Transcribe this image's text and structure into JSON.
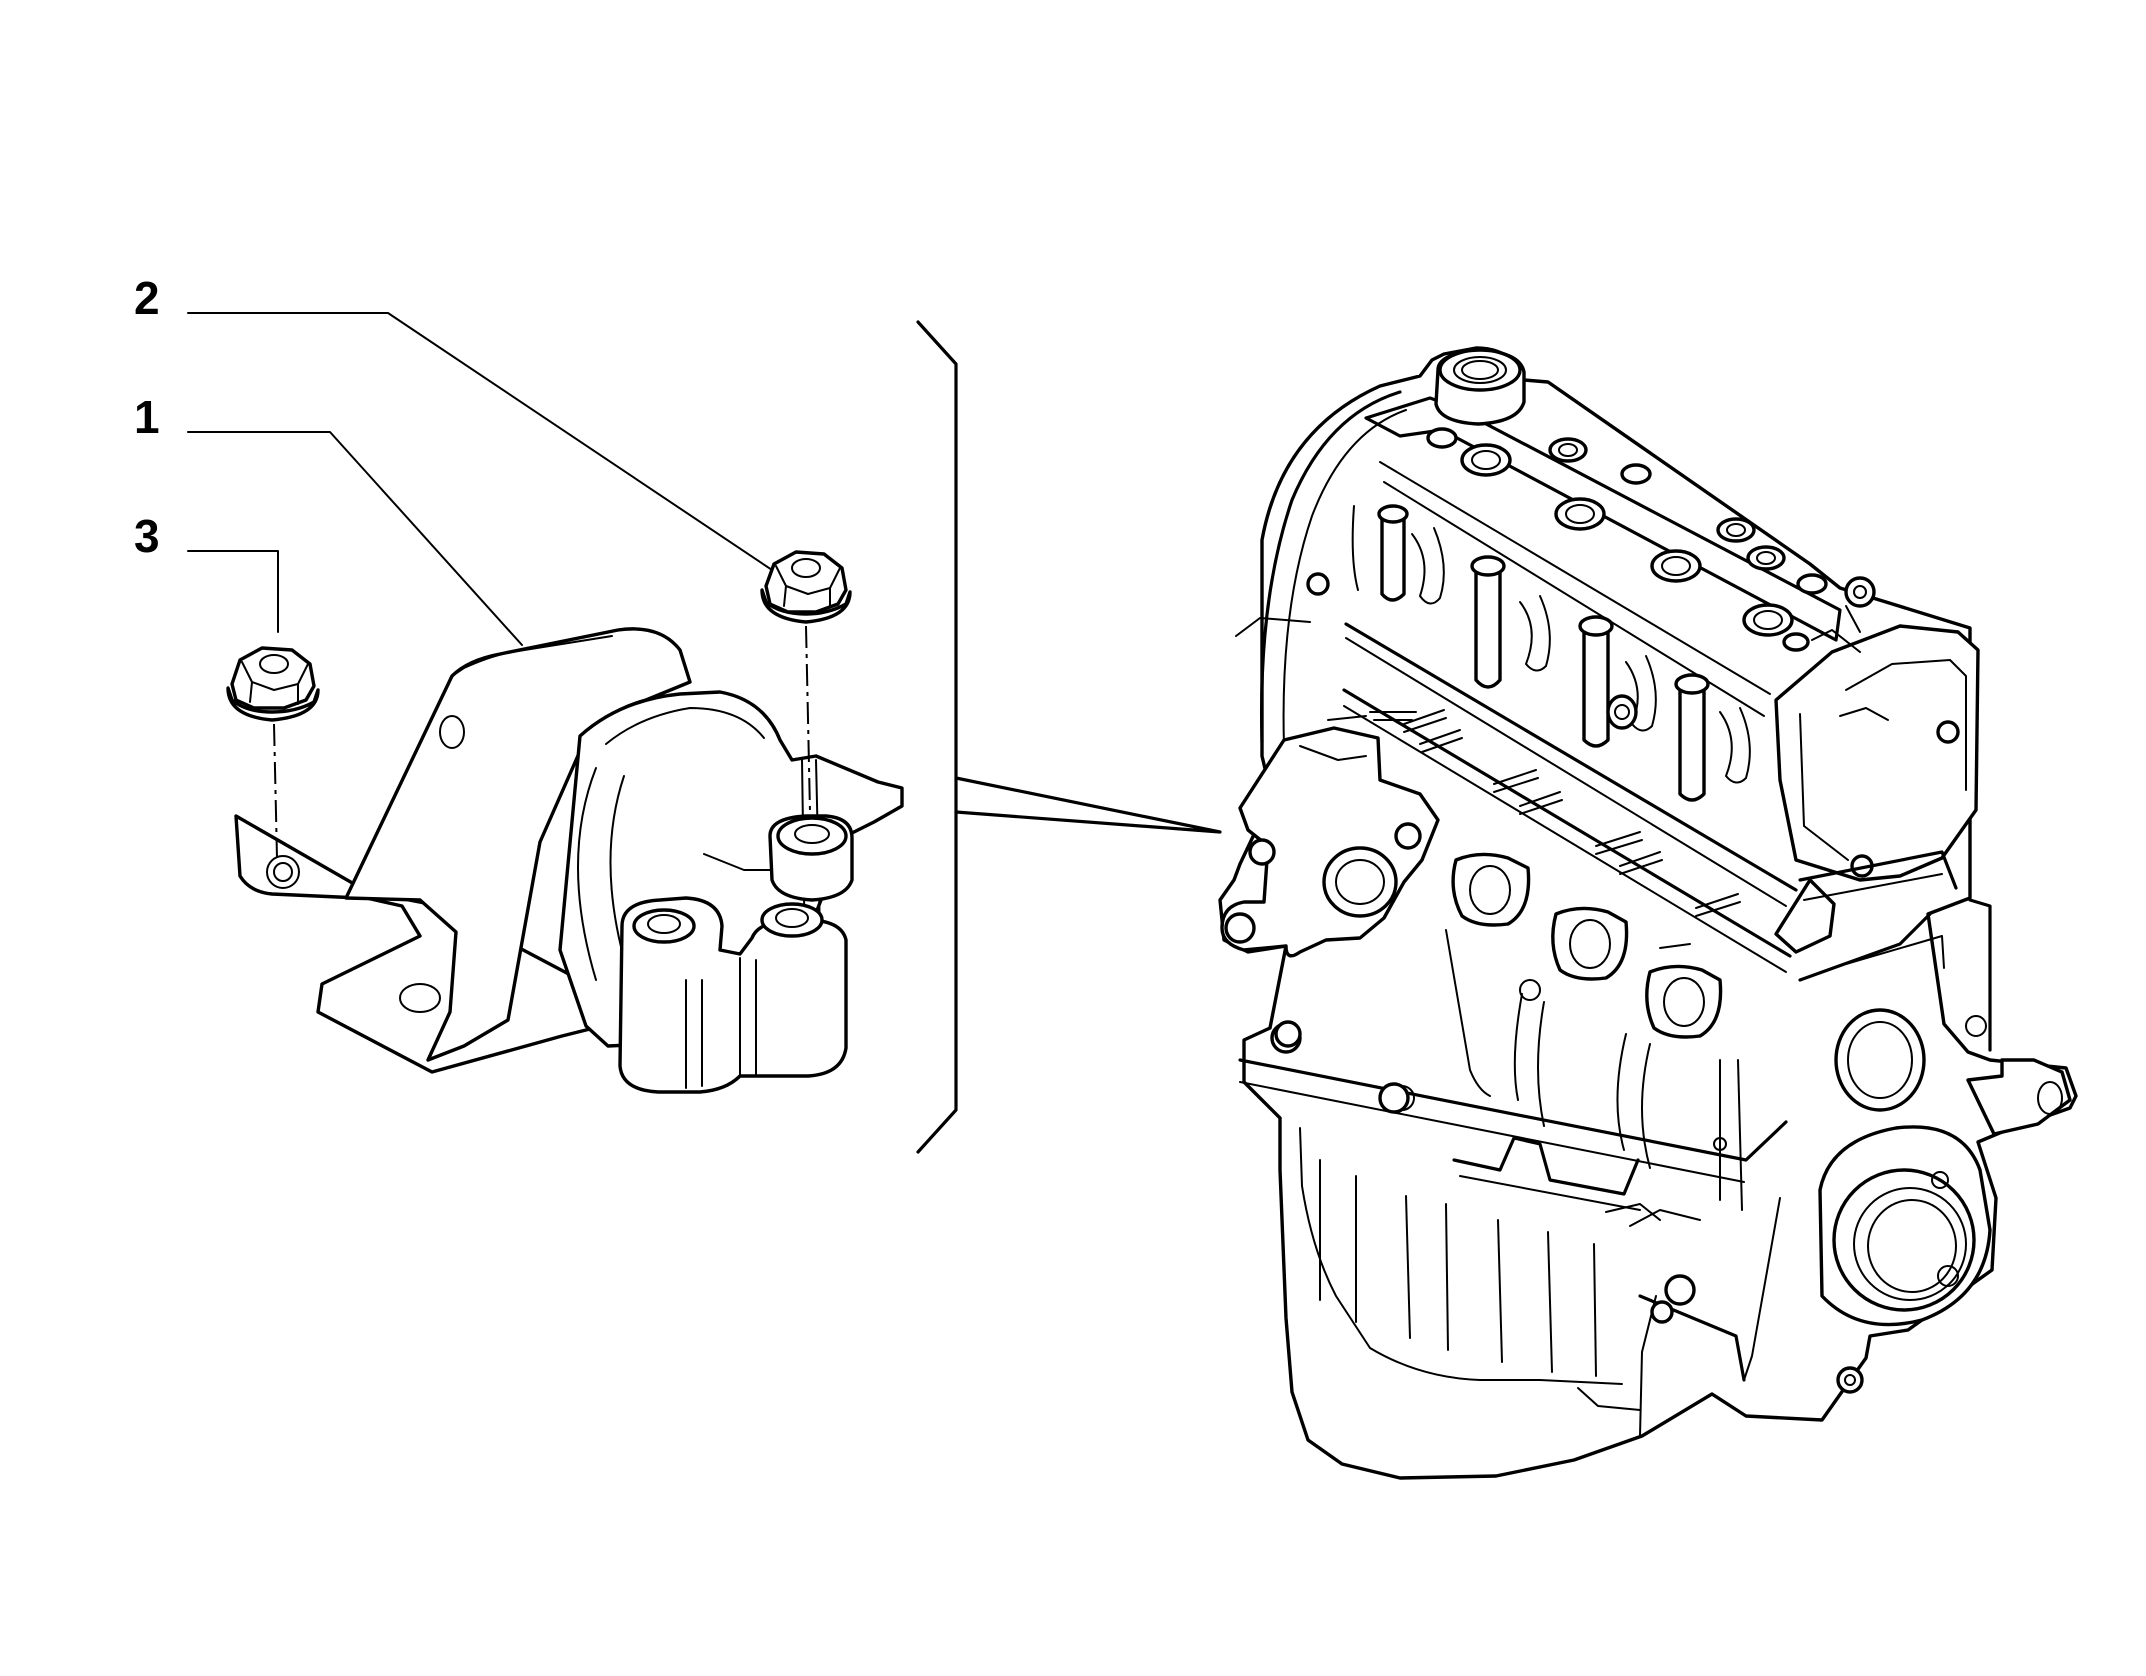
{
  "callouts": [
    {
      "id": "2",
      "label": "2"
    },
    {
      "id": "1",
      "label": "1"
    },
    {
      "id": "3",
      "label": "3"
    }
  ],
  "colors": {
    "line": "#000000",
    "background": "#ffffff"
  }
}
